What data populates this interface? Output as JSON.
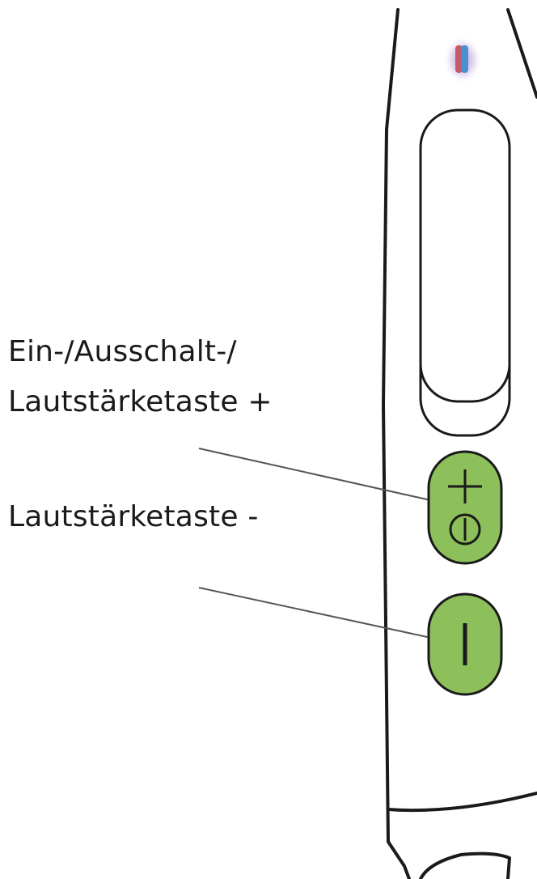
{
  "labels": {
    "power_volume_up_line1": "Ein-/Ausschalt-/",
    "power_volume_up_line2": "Lautstärketaste +",
    "volume_down": "Lautstärketaste -"
  },
  "colors": {
    "button_fill": "#8dc05a",
    "outline": "#1a1a1a",
    "leader_line": "#555555",
    "led_red": "#c25a6a",
    "led_blue": "#4a8fd0",
    "led_glow": "#b9a7d8"
  },
  "icons": {
    "volume_up_button": "plus-icon",
    "power_button": "power-icon",
    "volume_down_button": "minus-icon"
  }
}
